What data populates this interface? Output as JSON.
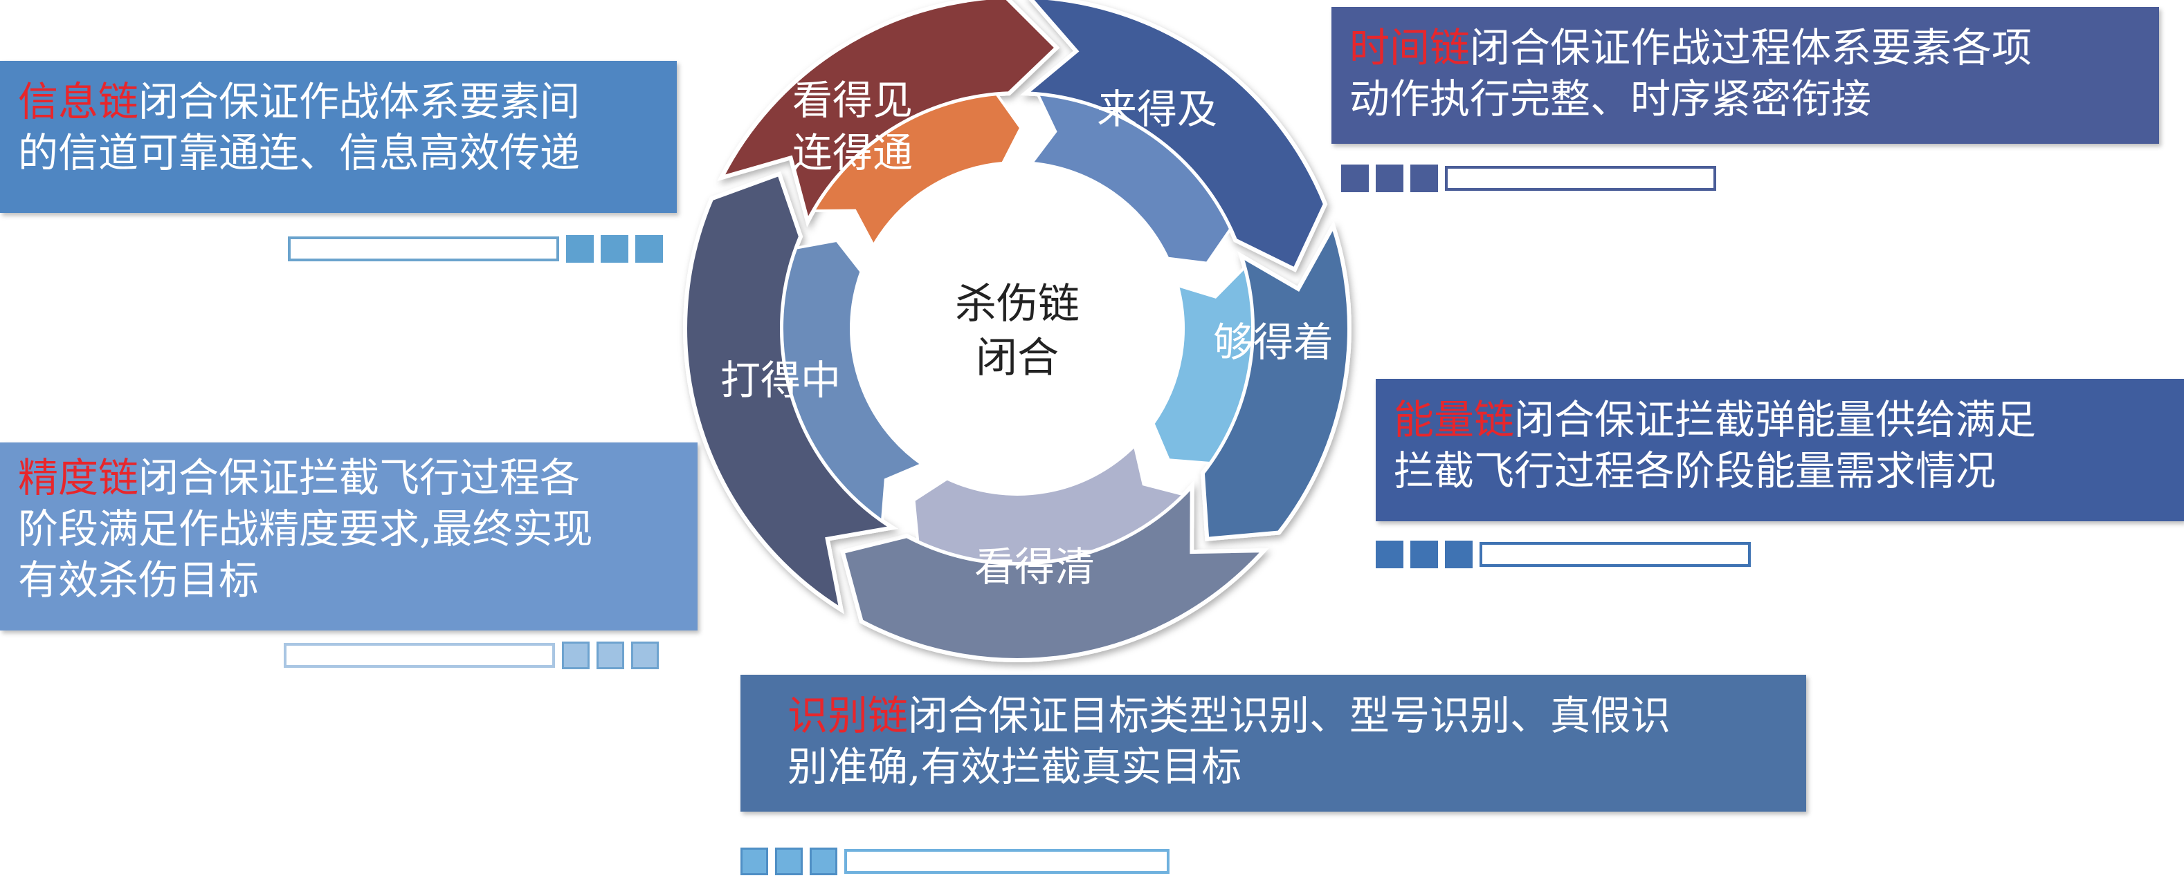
{
  "center": {
    "line1": "杀伤链",
    "line2": "闭合"
  },
  "ring": [
    {
      "id": "time",
      "lines": [
        "来得及"
      ],
      "outer": "#863a3a",
      "inner": "#e07a46"
    },
    {
      "id": "energy",
      "lines": [
        "够得着"
      ],
      "outer": "#405c99",
      "inner": "#6688be"
    },
    {
      "id": "recog",
      "lines": [
        "看得清"
      ],
      "outer": "#4b72a4",
      "inner": "#7dbde3"
    },
    {
      "id": "accuracy",
      "lines": [
        "打得中"
      ],
      "outer": "#73819f",
      "inner": "#aeb3cd"
    },
    {
      "id": "info",
      "lines": [
        "看得见",
        "连得通"
      ],
      "outer": "#4f5878",
      "inner": "#6b8cba"
    }
  ],
  "panels": {
    "info": {
      "highlight": "信息链",
      "lines": [
        "闭合保证作战体系要素间",
        "的信道可靠通连、信息高效传递"
      ],
      "bg": "#4f86c2"
    },
    "time": {
      "highlight": "时间链",
      "lines": [
        "闭合保证作战过程体系要素各项",
        "动作执行完整、时序紧密衔接"
      ],
      "bg": "#4a5c98"
    },
    "energy": {
      "highlight": "能量链",
      "lines": [
        "闭合保证拦截弹能量供给满足",
        "拦截飞行过程各阶段能量需求情况"
      ],
      "bg": "#3f5d9e"
    },
    "accuracy": {
      "highlight": "精度链",
      "lines": [
        "闭合保证拦截飞行过程各",
        "阶段满足作战精度要求,最终实现",
        "有效杀伤目标"
      ],
      "bg": "#6e97cd"
    },
    "recog": {
      "highlight": "识别链",
      "lines": [
        "闭合保证目标类型识别、型号识别、真假识",
        "别准确,有效拦截真实目标"
      ],
      "bg": "#4c72a4"
    }
  },
  "colors": {
    "highlight": "#e8262b"
  }
}
